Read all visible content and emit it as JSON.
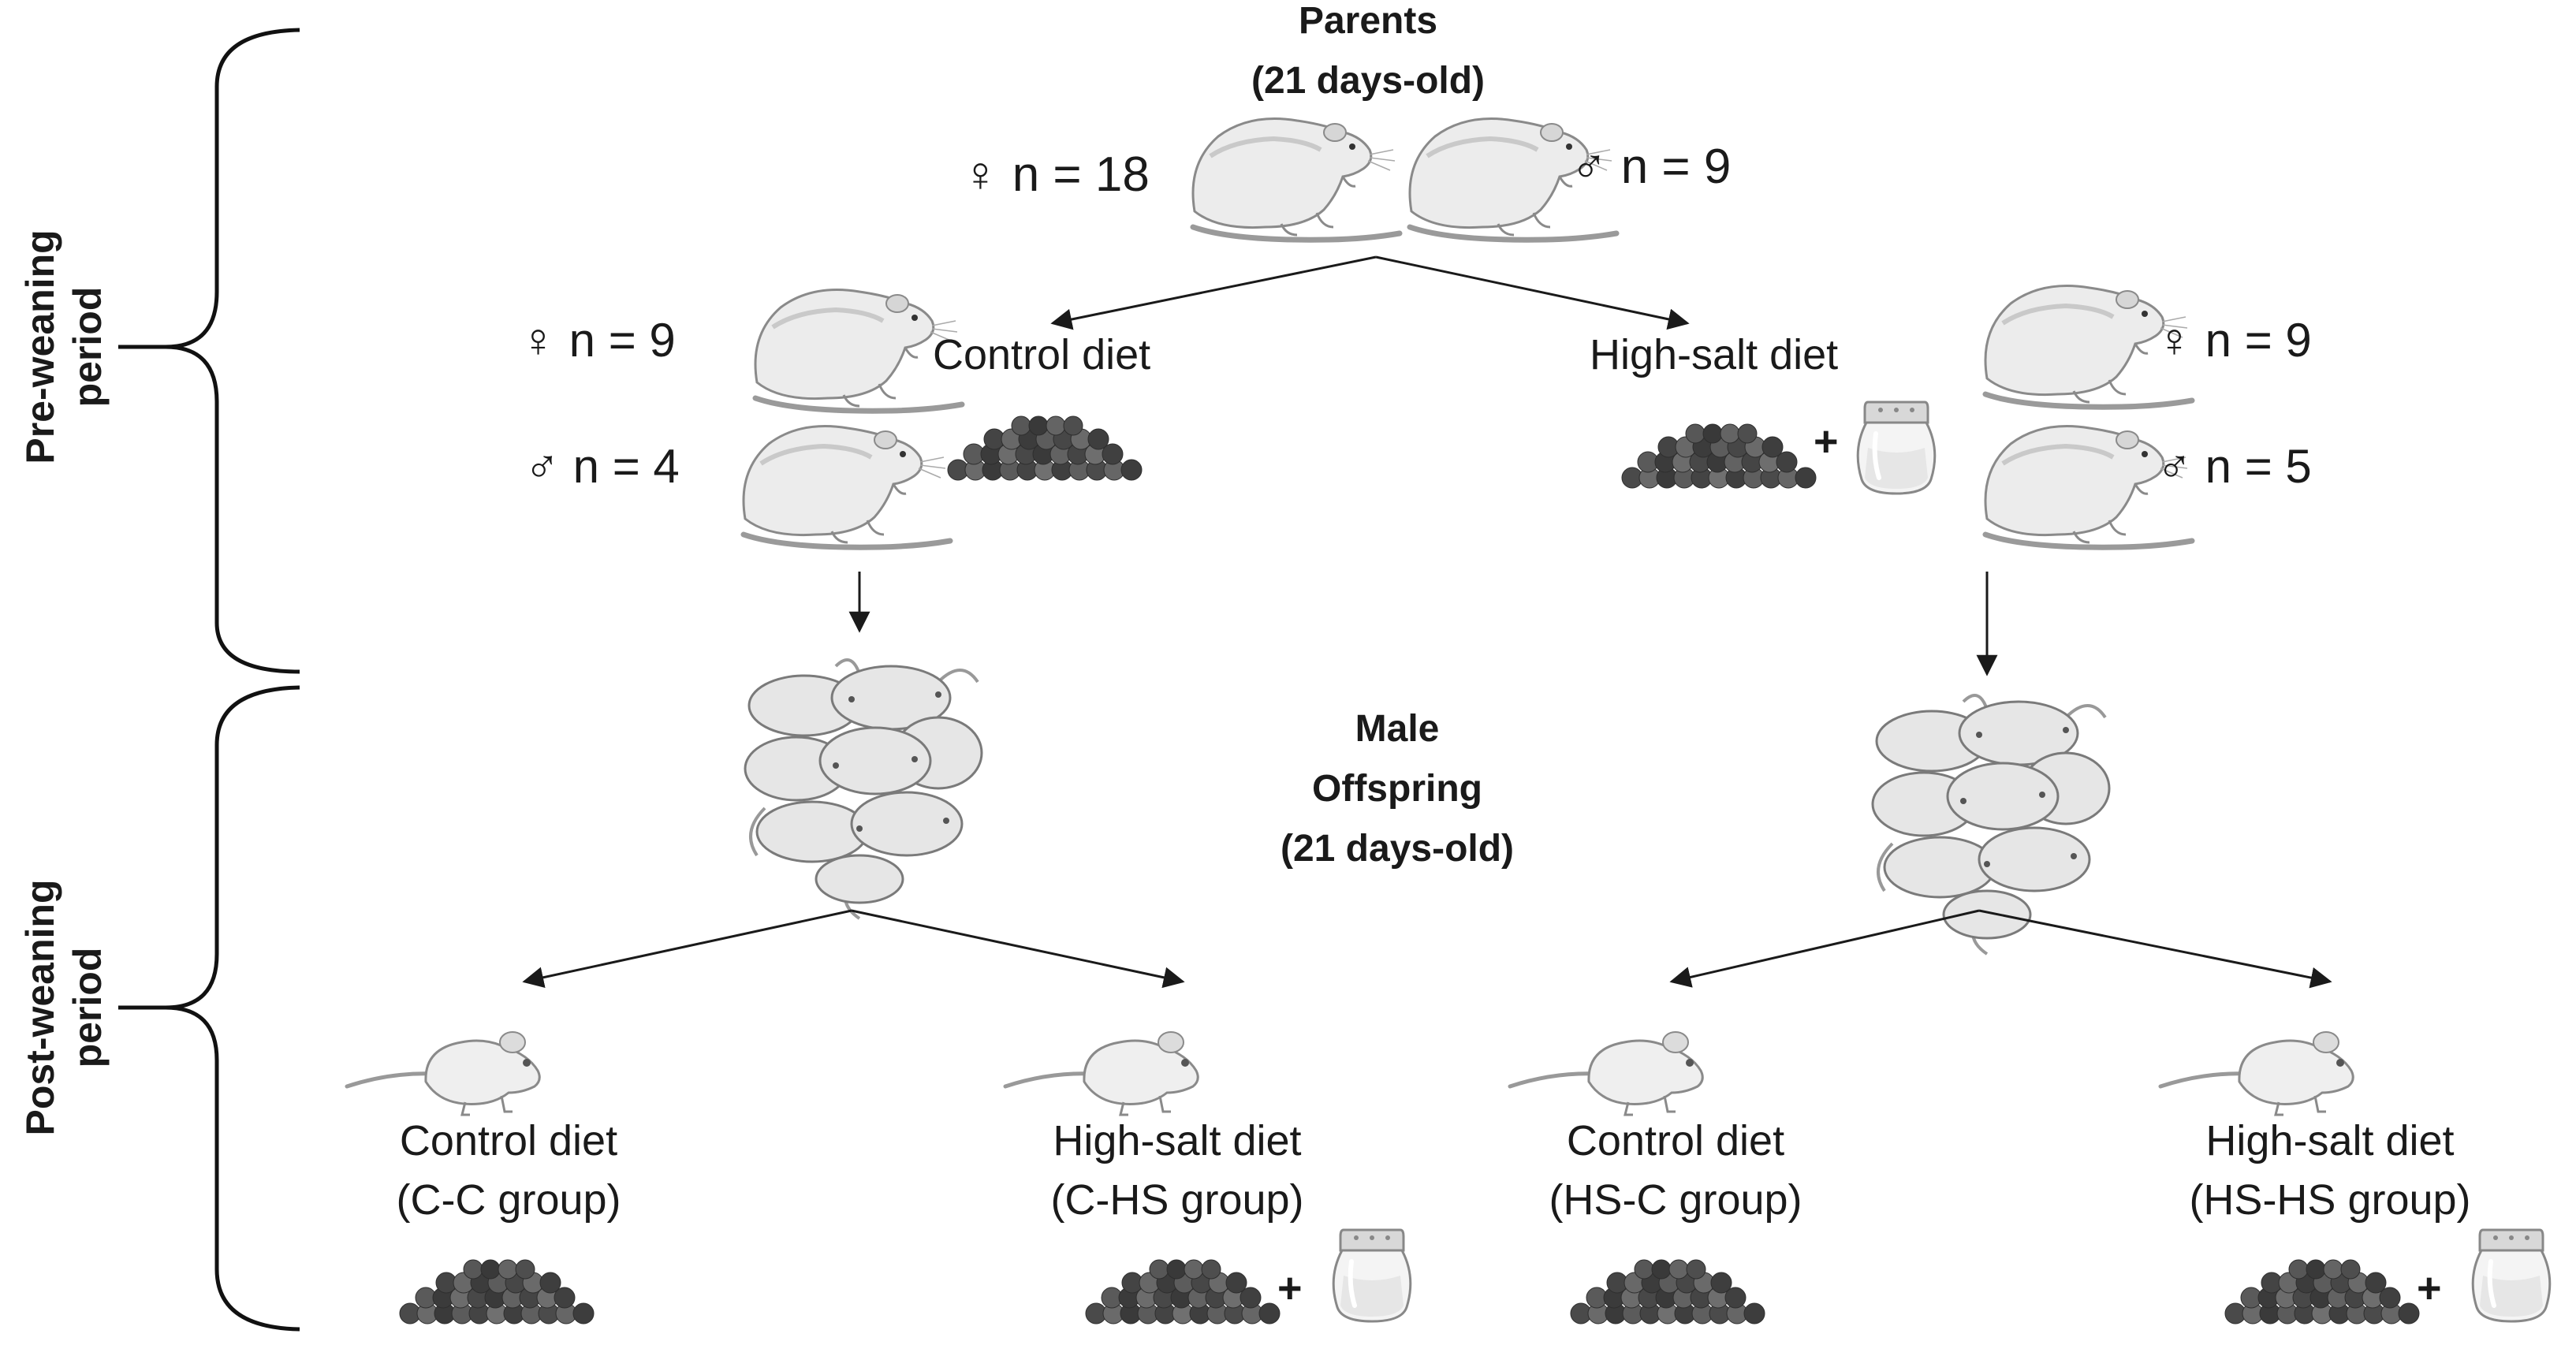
{
  "periods": {
    "pre": [
      "Pre-weaning",
      "period"
    ],
    "post": [
      "Post-weaning",
      "period"
    ]
  },
  "parents": {
    "title": [
      "Parents",
      "(21 days-old)"
    ],
    "female_label": "♀ n = 18",
    "male_label": "♂ n = 9"
  },
  "pre_groups": {
    "control": {
      "diet_label": "Control diet",
      "female_label": "♀ n = 9",
      "male_label": "♂ n = 4"
    },
    "high_salt": {
      "diet_label": "High-salt diet",
      "female_label": "♀ n = 9",
      "male_label": "♂ n = 5",
      "plus": "+"
    }
  },
  "offspring": {
    "title": [
      "Male",
      "Offspring",
      "(21 days-old)"
    ]
  },
  "post_groups": [
    {
      "diet": "Control diet",
      "group": "(C-C group)",
      "salt": false
    },
    {
      "diet": "High-salt diet",
      "group": "(C-HS group)",
      "salt": true,
      "plus": "+"
    },
    {
      "diet": "Control diet",
      "group": "(HS-C group)",
      "salt": false
    },
    {
      "diet": "High-salt diet",
      "group": "(HS-HS group)",
      "salt": true,
      "plus": "+"
    }
  ]
}
